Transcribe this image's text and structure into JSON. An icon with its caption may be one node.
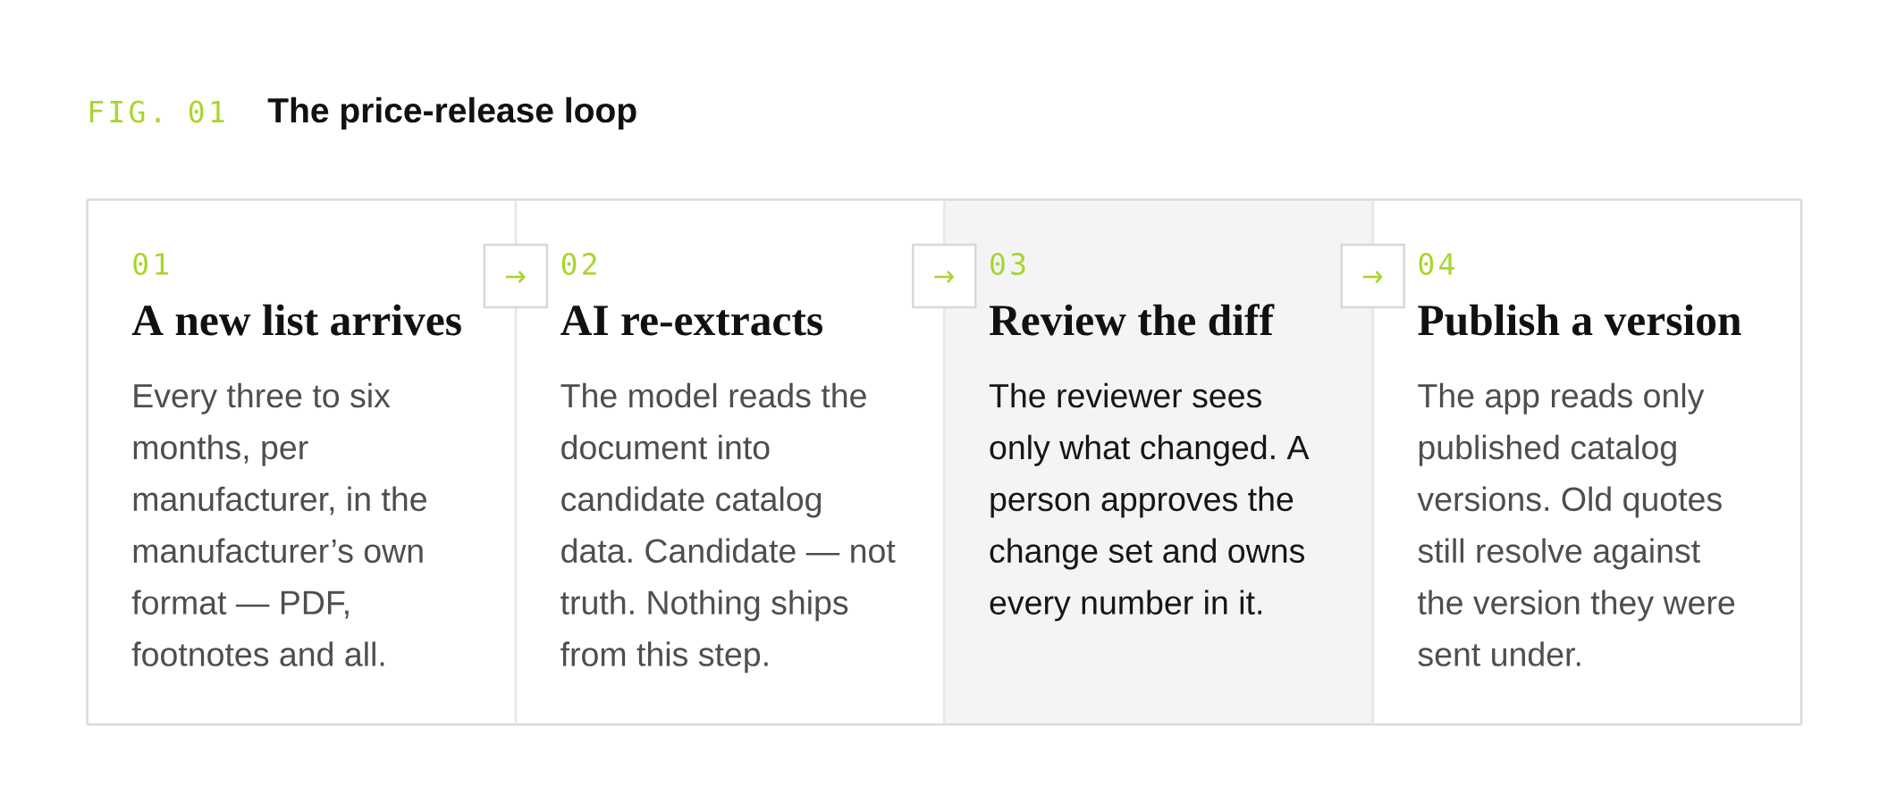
{
  "diagram": {
    "title": "The price-release loop",
    "nodes": [
      {
        "text": [
          "01",
          "A new list arrives",
          "Every three to six months, per manufacturer, in the manufacturer’s own format — PDF, footnotes and all."
        ]
      },
      {
        "text": [
          "02",
          "AI re-extracts",
          "The model reads the document into candidate catalog data. Candidate — not truth. Nothing ships from this step."
        ]
      },
      {
        "text": [
          "03",
          "Review the diff",
          "The reviewer sees only what changed. A person approves the change set and owns every number in it."
        ]
      },
      {
        "text": [
          "04",
          "Publish a version",
          "The app reads only published catalog versions. Old quotes still resolve against the version they were sent under."
        ]
      }
    ],
    "edges": [
      {
        "from": 0,
        "to": 1,
        "arrow": "to"
      },
      {
        "from": 1,
        "to": 2,
        "arrow": "to"
      },
      {
        "from": 2,
        "to": 3,
        "arrow": "to"
      }
    ],
    "labels": [
      "FIG. 01"
    ]
  }
}
